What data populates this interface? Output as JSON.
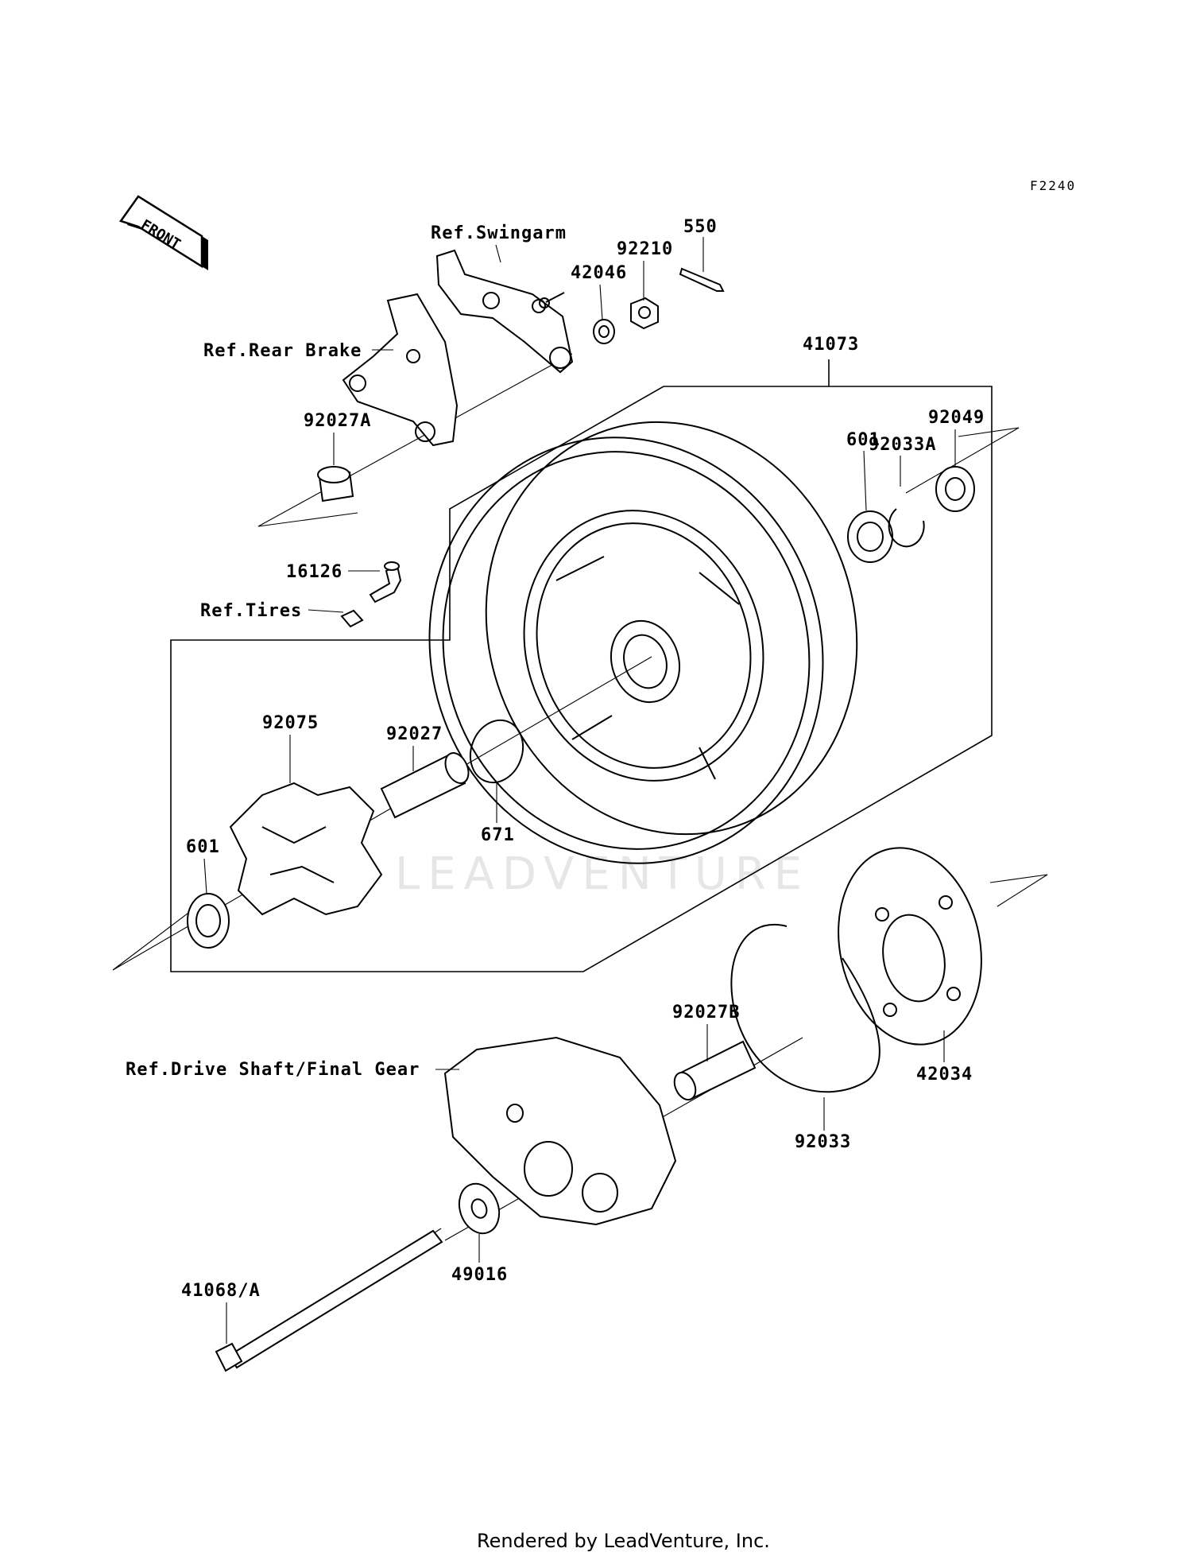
{
  "diagram_code": "F2240",
  "front_label": "FRONT",
  "watermark": "LEADVENTURE",
  "footer": "Rendered by LeadVenture, Inc.",
  "callouts": {
    "ref_swingarm": "Ref.Swingarm",
    "p550": "550",
    "p92210": "92210",
    "p42046": "42046",
    "ref_rear_brake": "Ref.Rear Brake",
    "p41073": "41073",
    "p92027a": "92027A",
    "p92049": "92049",
    "p92033a": "92033A",
    "p601_top": "601",
    "p16126": "16126",
    "ref_tires": "Ref.Tires",
    "p92075": "92075",
    "p92027": "92027",
    "p671": "671",
    "p601_left": "601",
    "p92027b": "92027B",
    "ref_drive_shaft": "Ref.Drive Shaft/Final Gear",
    "p42034": "42034",
    "p92033": "92033",
    "p49016": "49016",
    "p41068a": "41068/A"
  }
}
